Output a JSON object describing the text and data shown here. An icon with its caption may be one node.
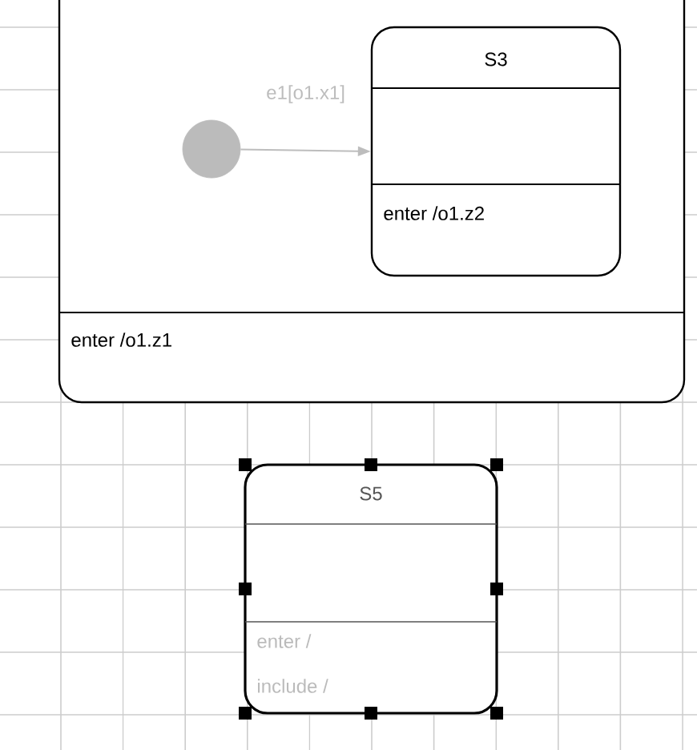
{
  "diagram": {
    "nodes": [
      {
        "text": [
          "enter /o1.z1"
        ]
      },
      {
        "text": [],
        "shape": "circle",
        "in": 0
      },
      {
        "text": [
          "S3",
          "enter /o1.z2"
        ],
        "in": 0
      },
      {
        "text": [
          "S5",
          "enter /",
          "include /"
        ]
      }
    ],
    "edges": [
      {
        "from": 1,
        "to": 2,
        "arrow": "to",
        "label": "e1[o1.x1]",
        "color": "#bdbdbd"
      }
    ]
  }
}
